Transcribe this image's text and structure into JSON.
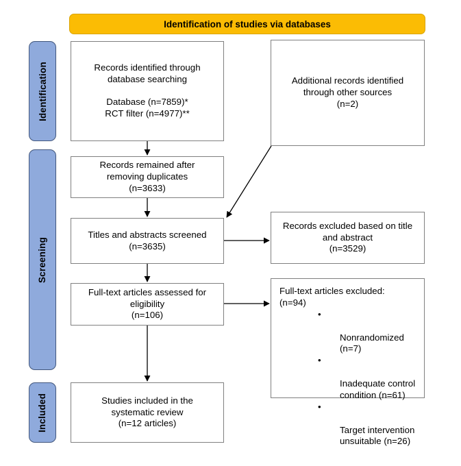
{
  "diagram": {
    "title": "Identification of studies via databases",
    "banner_color": "#FBBC04",
    "pill_color": "#8FAADC",
    "box_border_color": "#7F7F7F"
  },
  "stages": [
    {
      "label": "Identification"
    },
    {
      "label": "Screening"
    },
    {
      "label": "Included"
    }
  ],
  "boxes": {
    "records_identified": "Records identified through\ndatabase searching\n\nDatabase (n=7859)*\nRCT filter (n=4977)**",
    "additional_records": "Additional records identified\nthrough other sources\n(n=2)",
    "duplicates_removed": "Records remained after\nremoving duplicates\n(n=3633)",
    "titles_screened": "Titles and abstracts screened\n(n=3635)",
    "records_excluded": "Records excluded based on title\nand abstract\n(n=3529)",
    "fulltext_assessed": "Full-text articles assessed for\neligibility\n(n=106)",
    "studies_included": "Studies included in the\nsystematic review\n(n=12 articles)"
  },
  "fulltext_excluded": {
    "heading": "Full-text articles excluded:\n     (n=94)",
    "bullet_glyph": "•",
    "items": [
      "Nonrandomized\n(n=7)",
      "Inadequate control\ncondition (n=61)",
      "Target intervention\nunsuitable (n=26)"
    ]
  }
}
